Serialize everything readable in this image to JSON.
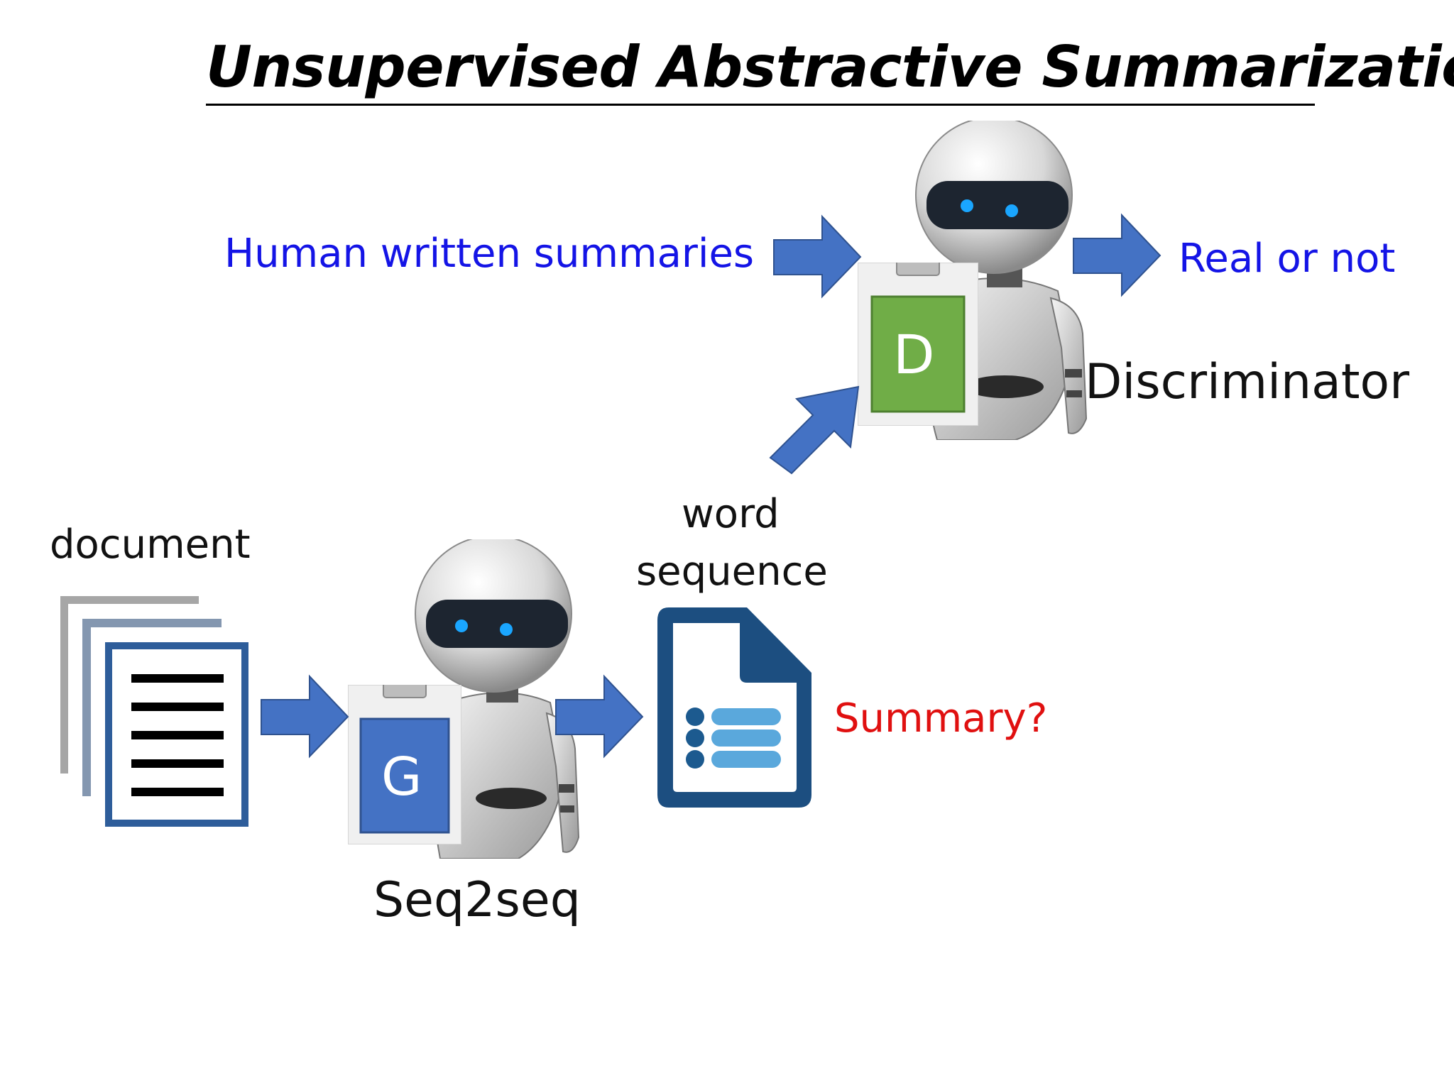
{
  "title": "Unsupervised Abstractive Summarization",
  "labels": {
    "human_summaries": "Human written summaries",
    "real_or_not": "Real or not",
    "discriminator": "Discriminator",
    "document": "document",
    "word": "word",
    "sequence": "sequence",
    "summary_question": "Summary?",
    "seq2seq": "Seq2seq",
    "generator_badge": "G",
    "discriminator_badge": "D"
  },
  "colors": {
    "arrow": "#4472c4",
    "discriminator_badge": "#70ad47",
    "generator_badge": "#4472c4",
    "label_blue": "#1414e6",
    "label_red": "#e01010",
    "document_icon": "#1c4e80",
    "list_bars": "#5aa8dc"
  },
  "icons": {
    "document_stack": "document-stack-icon",
    "summary_file": "summary-file-icon",
    "robot": "robot-icon"
  }
}
